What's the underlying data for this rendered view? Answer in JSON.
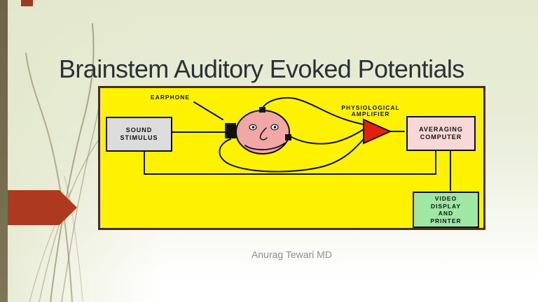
{
  "slide": {
    "title": "Brainstem Auditory Evoked Potentials",
    "author": "Anurag Tewari MD"
  },
  "colors": {
    "title_text": "#2B2F38",
    "accent_red_arrow": "#AD3A1F",
    "accent_red_tab": "#9C3A23",
    "left_stripe_olive": "#756C4F",
    "background_top": "#E4E9CF",
    "background_bottom": "#FFFFFF",
    "diagram_background": "#FFF200",
    "diagram_border": "#46301C",
    "sound_box_fill": "#DCDCDC",
    "computer_box_fill": "#F8D7D7",
    "video_box_fill": "#9EE8A3",
    "amplifier_triangle": "#E3200D",
    "head_skin": "#F1A7A6",
    "author_text": "#8F8F8F"
  },
  "diagram": {
    "earphone_label": "EARPHONE",
    "amplifier_label_line1": "PHYSIOLOGICAL",
    "amplifier_label_line2": "AMPLIFIER",
    "sound_box": {
      "line1": "SOUND",
      "line2": "STIMULUS"
    },
    "computer_box": {
      "line1": "AVERAGING",
      "line2": "COMPUTER"
    },
    "video_box": {
      "line1": "VIDEO",
      "line2": "DISPLAY",
      "line3": "AND",
      "line4": "PRINTER"
    }
  }
}
